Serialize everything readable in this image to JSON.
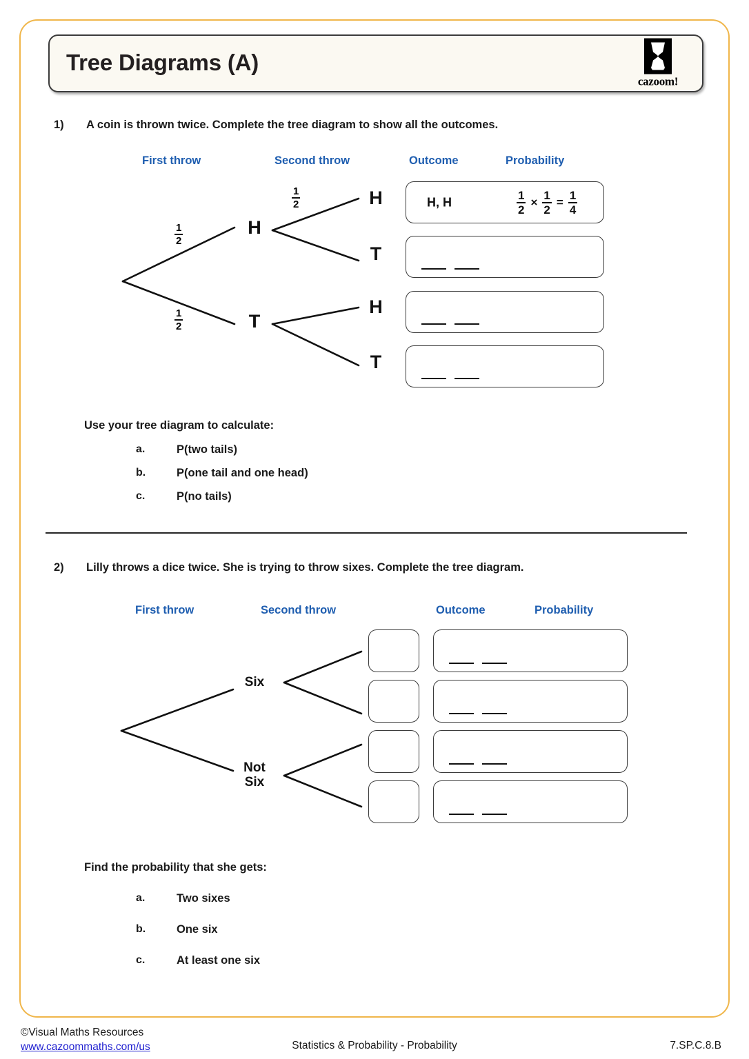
{
  "page": {
    "title": "Tree Diagrams (A)",
    "brand": "cazoom!",
    "border_color": "#f0b64a",
    "accent_blue": "#1f5eb0"
  },
  "columns": {
    "first_throw": "First throw",
    "second_throw": "Second throw",
    "outcome": "Outcome",
    "probability": "Probability"
  },
  "q1": {
    "number": "1)",
    "prompt": "A coin is thrown twice. Complete the tree diagram to show all the outcomes.",
    "branch_probs": {
      "first_h": {
        "num": "1",
        "den": "2"
      },
      "first_t": {
        "num": "1",
        "den": "2"
      },
      "second_hh": {
        "num": "1",
        "den": "2"
      }
    },
    "nodes": {
      "first_h": "H",
      "first_t": "T",
      "leaf_hh": "H",
      "leaf_ht": "T",
      "leaf_th": "H",
      "leaf_tt": "T"
    },
    "rows": [
      {
        "outcome": "H, H",
        "filled": true,
        "expr": {
          "a_num": "1",
          "a_den": "2",
          "times": "×",
          "b_num": "1",
          "b_den": "2",
          "equals": "=",
          "r_num": "1",
          "r_den": "4"
        }
      },
      {
        "outcome": "",
        "filled": false
      },
      {
        "outcome": "",
        "filled": false
      },
      {
        "outcome": "",
        "filled": false
      }
    ],
    "sub_heading": "Use your tree diagram to calculate:",
    "sub_questions": [
      {
        "letter": "a.",
        "text": "P(two tails)"
      },
      {
        "letter": "b.",
        "text": "P(one tail and one head)"
      },
      {
        "letter": "c.",
        "text": "P(no tails)"
      }
    ]
  },
  "q2": {
    "number": "2)",
    "prompt": "Lilly throws a dice twice. She is trying to throw sixes. Complete the tree diagram.",
    "nodes": {
      "first_six": "Six",
      "first_not_six": "Not\nSix"
    },
    "rows": [
      {
        "outcome": "",
        "filled": false
      },
      {
        "outcome": "",
        "filled": false
      },
      {
        "outcome": "",
        "filled": false
      },
      {
        "outcome": "",
        "filled": false
      }
    ],
    "sub_heading": "Find the probability that she gets:",
    "sub_questions": [
      {
        "letter": "a.",
        "text": "Two sixes"
      },
      {
        "letter": "b.",
        "text": "One six"
      },
      {
        "letter": "c.",
        "text": "At least one six"
      }
    ]
  },
  "footer": {
    "copyright": "©Visual Maths Resources",
    "url": "www.cazoommaths.com/us",
    "center": "Statistics & Probability - Probability",
    "code": "7.SP.C.8.B"
  }
}
